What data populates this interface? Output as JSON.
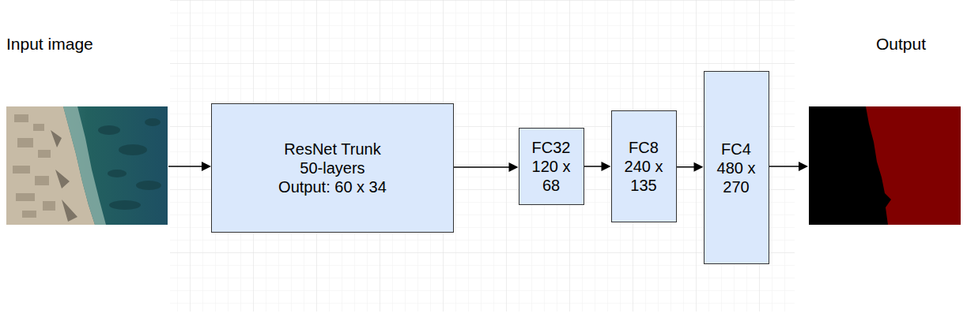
{
  "diagram": {
    "nodes": [
      {
        "text": [
          "ResNet Trunk",
          "50-layers",
          "Output: 60 x 34"
        ]
      },
      {
        "text": [
          "FC32",
          "120 x 68"
        ]
      },
      {
        "text": [
          "FC8",
          "240 x 135"
        ]
      },
      {
        "text": [
          "FC4",
          "480 x 270"
        ]
      }
    ],
    "edges": [
      {
        "from": 0,
        "to": 1,
        "arrow": "to"
      },
      {
        "from": 1,
        "to": 2,
        "arrow": "to"
      },
      {
        "from": 2,
        "to": 3,
        "arrow": "to"
      }
    ],
    "labels": [
      "Input image",
      "Output"
    ]
  }
}
